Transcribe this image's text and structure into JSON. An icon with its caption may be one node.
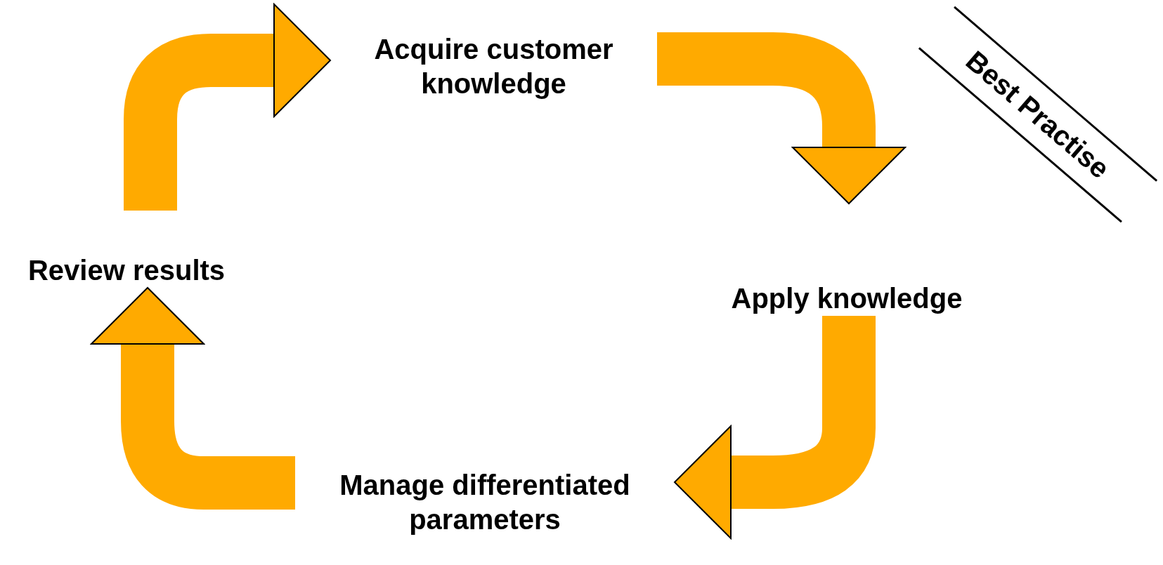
{
  "diagram": {
    "nodes": [
      {
        "text": [
          "Acquire customer knowledge"
        ]
      },
      {
        "text": [
          "Apply knowledge"
        ]
      },
      {
        "text": [
          "Manage differentiated parameters"
        ]
      },
      {
        "text": [
          "Review results"
        ]
      }
    ],
    "edges": [
      {
        "from": 3,
        "to": 0,
        "arrow": "to"
      },
      {
        "from": 0,
        "to": 1,
        "arrow": "to"
      },
      {
        "from": 1,
        "to": 2,
        "arrow": "to"
      },
      {
        "from": 2,
        "to": 3,
        "arrow": "to"
      }
    ],
    "labels": [
      "Best Practise"
    ]
  }
}
